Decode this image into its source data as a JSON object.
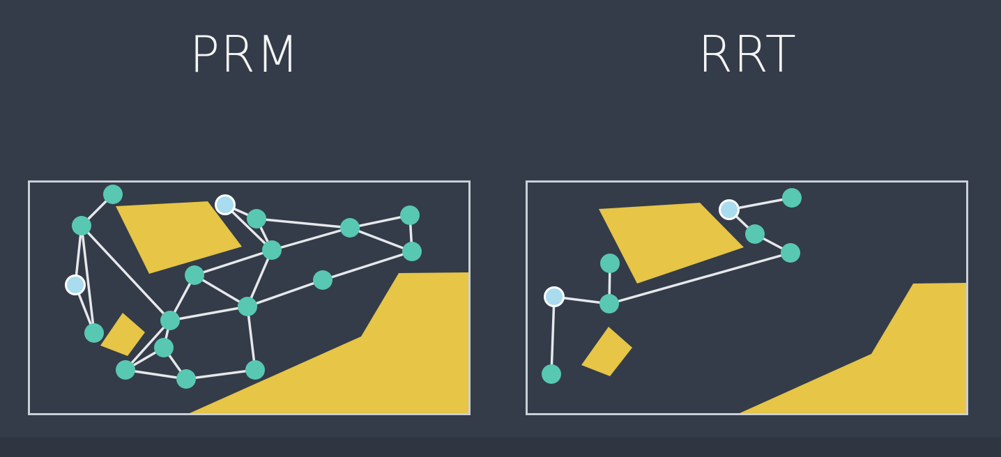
{
  "colors": {
    "background": "#343c49",
    "frame": "#c9d0d8",
    "obstacle": "#e6c547",
    "edge": "#e6e8eb",
    "node": "#58c8b3",
    "endpoint_node": "#a9dcee",
    "endpoint_outline": "#ffffff"
  },
  "panels": [
    {
      "id": "prm",
      "title": "PRM",
      "graph_type": "roadmap"
    },
    {
      "id": "rrt",
      "title": "RRT",
      "graph_type": "tree"
    }
  ]
}
